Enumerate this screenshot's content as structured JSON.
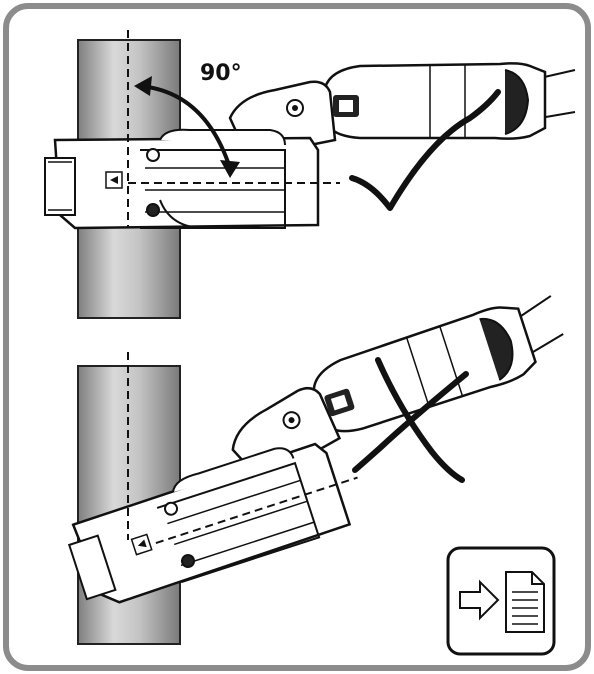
{
  "diagram": {
    "angle_label": "90°",
    "correct_mark": "check-mark",
    "incorrect_mark": "cross-mark",
    "reference_icon": "see-document-icon"
  },
  "colors": {
    "frame": "#8c8c8c",
    "pipe_dark": "#8a8a8a",
    "pipe_light": "#d4d4d4",
    "tool_body": "#ffffff",
    "ink": "#111111"
  }
}
